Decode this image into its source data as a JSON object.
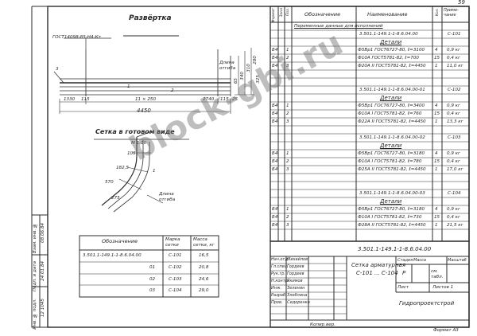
{
  "page_number": "59",
  "drawing": {
    "title": "Развёртка",
    "callout": "ГОСТ14098-85-Н4-Кт",
    "dims": [
      "4450",
      "1330",
      "115",
      "11 × 250",
      "2740",
      "115",
      "25"
    ],
    "right_dims": [
      "280",
      "310",
      "340",
      "65",
      "325"
    ],
    "labels": [
      "Длина",
      "отгиба",
      "3",
      "1",
      "2"
    ],
    "numbers": [
      "3",
      "1",
      "2"
    ],
    "bent_title": "Сетка в готовом виде",
    "bent_scale": "М 1:10",
    "bent_dims": [
      "105",
      "182,5",
      "570",
      "275",
      "1"
    ],
    "bent_label": [
      "Длина",
      "отгиба"
    ]
  },
  "left_margin": {
    "labels": [
      "Инв. № подл.",
      "Подп. и дата",
      "Взам. инв. №"
    ],
    "values": [
      "12 1045",
      "24.01.84",
      "08.06.84"
    ]
  },
  "small_table": {
    "headers": [
      "Обозначение",
      "Марка сетки",
      "Масса сетки, кг"
    ],
    "rows": [
      {
        "code": "3.501.1-149.1-1-8.6.04.00",
        "mark": "С-101",
        "mass": "16,5"
      },
      {
        "code": "01",
        "mark": "С-102",
        "mass": "20,8"
      },
      {
        "code": "02",
        "mark": "С-103",
        "mass": "24,6"
      },
      {
        "code": "03",
        "mark": "С-104",
        "mass": "29,0"
      }
    ]
  },
  "spec": {
    "headers": [
      "Формат",
      "Зона",
      "Поз.",
      "Обозначение",
      "Наименование",
      "Кол.",
      "Приме- чание"
    ],
    "variable_data": "Переменные данные для исполнений",
    "groups": [
      {
        "code": "3.501.1-149.1-1-8.6.04.00",
        "mark": "С-101",
        "section": "Детали",
        "rows": [
          {
            "fmt": "Б4",
            "pos": "1",
            "name": "Ф5Вр1 ГОСТ6727-80, ℓ=3100",
            "qty": "4",
            "note": "0,9 кг"
          },
          {
            "fmt": "Б4",
            "pos": "2",
            "name": "Ф10А ГОСТ5781-82, ℓ=700",
            "qty": "15",
            "note": "0,4 кг"
          },
          {
            "fmt": "Б4",
            "pos": "3",
            "name": "Ф20А II ГОСТ5781-82, ℓ=4450",
            "qty": "1",
            "note": "11,0 кг"
          }
        ]
      },
      {
        "code": "3.501.1-149.1-1-8.6.04.00-01",
        "mark": "С-102",
        "section": "Детали",
        "rows": [
          {
            "fmt": "Б4",
            "pos": "1",
            "name": "Ф5Вр1 ГОСТ6727-80, ℓ=3400",
            "qty": "4",
            "note": "0,9 кг"
          },
          {
            "fmt": "Б4",
            "pos": "2",
            "name": "Ф10А I ГОСТ5781-82, ℓ=760",
            "qty": "15",
            "note": "0,4 кг"
          },
          {
            "fmt": "Б4",
            "pos": "3",
            "name": "Ф22А II ГОСТ5781-82, ℓ=4450",
            "qty": "1",
            "note": "13,3 кг"
          }
        ]
      },
      {
        "code": "3.501.1-149.1-1-8.6.04.00-02",
        "mark": "С-103",
        "section": "Детали",
        "rows": [
          {
            "fmt": "Б4",
            "pos": "1",
            "name": "Ф5Вр1 ГОСТ6727-80, ℓ=3180",
            "qty": "4",
            "note": "0,9 кг"
          },
          {
            "fmt": "Б4",
            "pos": "2",
            "name": "Ф10А I ГОСТ5781-82, ℓ=780",
            "qty": "15",
            "note": "0,4 кг"
          },
          {
            "fmt": "Б4",
            "pos": "3",
            "name": "Ф25А II ГОСТ5781-82, ℓ=4450",
            "qty": "1",
            "note": "17,0 кг"
          }
        ]
      },
      {
        "code": "3.501.1-149.1-1-8.6.04.00-03",
        "mark": "С-104",
        "section": "Детали",
        "rows": [
          {
            "fmt": "Б4",
            "pos": "1",
            "name": "Ф5Вр1 ГОСТ6727-80, ℓ=3180",
            "qty": "4",
            "note": "0,9 кг"
          },
          {
            "fmt": "Б4",
            "pos": "2",
            "name": "Ф10А I ГОСТ5781-82, ℓ=730",
            "qty": "15",
            "note": "0,4 кг"
          },
          {
            "fmt": "Б4",
            "pos": "3",
            "name": "Ф28А II ГОСТ5781-82, ℓ=4450",
            "qty": "1",
            "note": "21,5 кг"
          }
        ]
      }
    ]
  },
  "title_block": {
    "doc_code": "3.501.1-149.1-1-8.6.04.00",
    "rows": [
      {
        "role": "Нач.отд.",
        "name": "Михайлов"
      },
      {
        "role": "Гл.спец.",
        "name": "Гордеев"
      },
      {
        "role": "Рук.гр.",
        "name": "Гордеев"
      },
      {
        "role": "Н.контр.",
        "name": "Якимов"
      },
      {
        "role": "Инж.",
        "name": "Зеленин"
      },
      {
        "role": "Разраб.",
        "name": "Злоблина"
      },
      {
        "role": "Пров.",
        "name": "Сидоренко"
      }
    ],
    "product": [
      "Сетка арматурная",
      "С-101 ... С-104"
    ],
    "headers": [
      "Стадия",
      "Масса",
      "Масштаб"
    ],
    "stage": "Р",
    "scale": "см. табл.",
    "sheet_label": "Лист",
    "sheets_label": "Листов 1",
    "org": "Гидропроектстрой"
  },
  "footer": {
    "copied": "Копир.вер.",
    "format": "Формат А3"
  },
  "watermark": "block-gbi.ru"
}
